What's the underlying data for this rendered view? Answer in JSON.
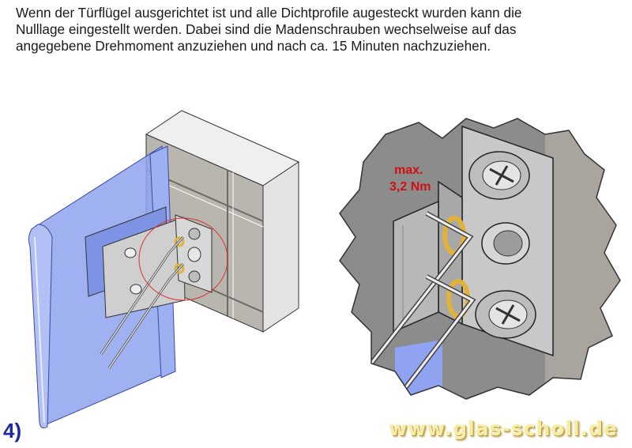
{
  "instruction": {
    "lines": [
      "Wenn der Türflügel ausgerichtet ist und alle Dichtprofile augesteckt wurden kann die",
      "Nulllage eingestellt werden. Dabei sind die Madenschrauben wechselweise auf das",
      "angegebene Drehmoment anzuziehen und nach ca. 15 Minuten nachzuziehen."
    ]
  },
  "torque_label": {
    "line1": "max.",
    "line2": "3,2 Nm"
  },
  "step_number": "4)",
  "website": "www.glas-scholl.de",
  "colors": {
    "glass": "#8fa3f0",
    "wall": "#bdbab4",
    "wall_face": "#ececec",
    "hinge": "#d2d2d2",
    "brass": "#e0b23a",
    "highlight_circle": "#e03030",
    "torque_text": "#d01010",
    "step_text": "#1f2a9c"
  }
}
